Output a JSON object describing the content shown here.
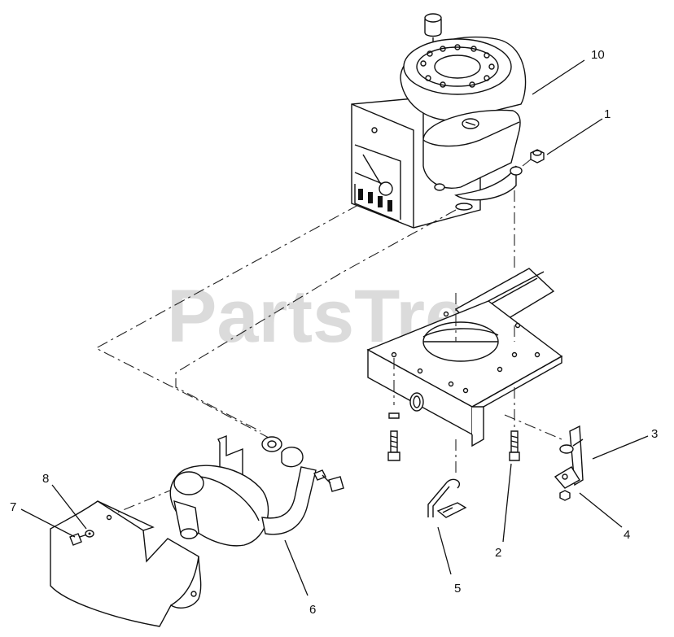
{
  "watermark": "PartsTree",
  "callouts": {
    "c1": "1",
    "c2": "2",
    "c3": "3",
    "c4": "4",
    "c5": "5",
    "c6": "6",
    "c7": "7",
    "c8": "8",
    "c10": "10"
  }
}
